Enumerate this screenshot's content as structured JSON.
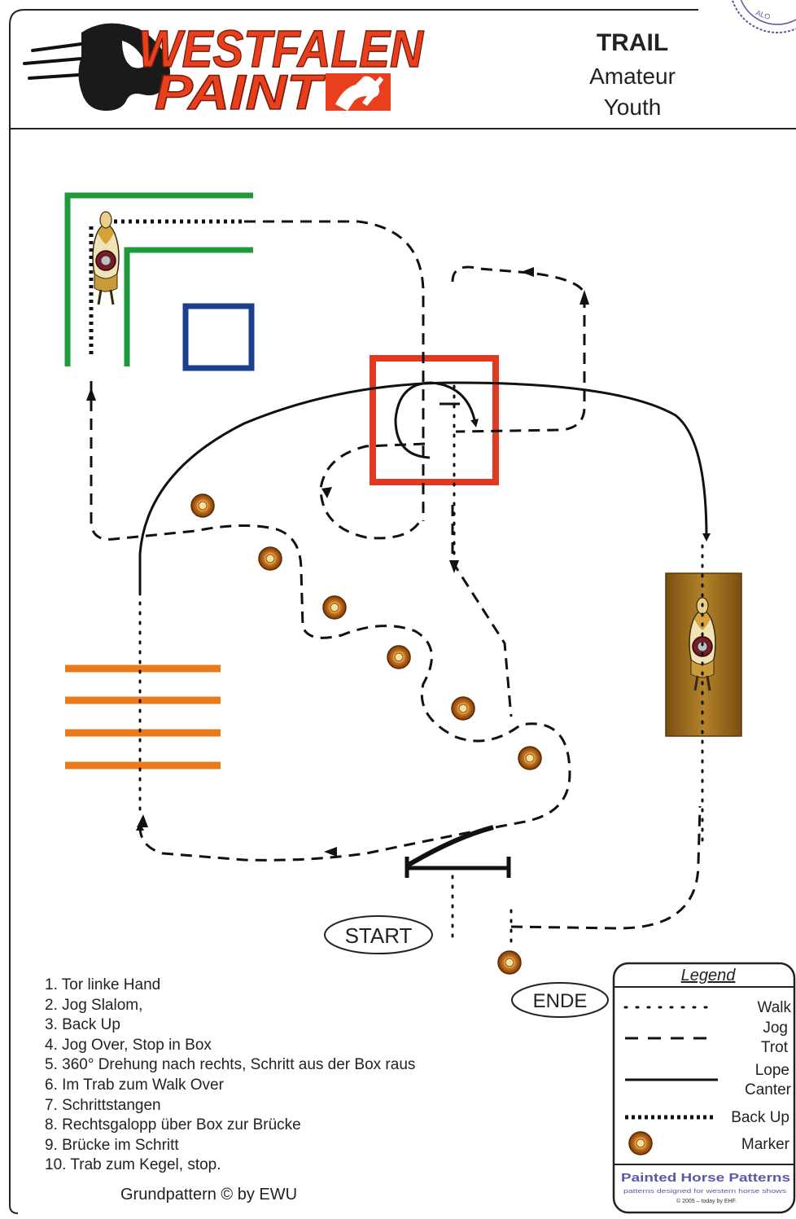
{
  "header": {
    "brand_line1": "WESTFALEN",
    "brand_line2": "PAINT",
    "class_title": "TRAIL",
    "divisions": [
      "Amateur",
      "Youth"
    ]
  },
  "pattern": {
    "start_label": "START",
    "end_label": "ENDE",
    "copyright": "Grundpattern © by EWU"
  },
  "steps": [
    "1. Tor linke Hand",
    "2. Jog    Slalom,",
    "3. Back Up",
    "4. Jog Over, Stop in Box",
    "5. 360° Drehung nach rechts, Schritt aus der Box raus",
    "6. Im Trab zum Walk Over",
    "7. Schrittstangen",
    "8. Rechtsgalopp über Box zur Brücke",
    "9. Brücke im Schritt",
    "10. Trab zum Kegel, stop."
  ],
  "legend": {
    "title": "Legend",
    "walk": "Walk",
    "jog": "Jog",
    "trot": "Trot",
    "lope": "Lope",
    "canter": "Canter",
    "back_up": "Back Up",
    "marker": "Marker",
    "logo_line1": "Painted Horse Patterns",
    "logo_line2": "patterns designed for western horse shows",
    "logo_line3": "© 2005 – today by EHF."
  },
  "colors": {
    "brand_red": "#e8401c",
    "gate_green": "#1e9a3c",
    "box_blue": "#1c3f8f",
    "box_red": "#e03a22",
    "pole_orange": "#ec7a1c",
    "bridge_brown": "#9a6a1c",
    "marker_orange": "#c8741c",
    "legend_blue": "#5a58a8"
  },
  "icons": [
    "horse-head-logo-icon",
    "running-horse-icon",
    "horse-rider-icon",
    "marker-cone-icon",
    "seal-stamp-icon"
  ]
}
